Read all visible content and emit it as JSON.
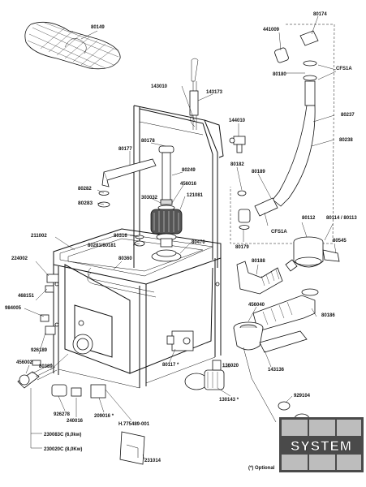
{
  "labels": {
    "p80149": "80149",
    "p80174": "80174",
    "p441009": "441009",
    "p80180": "80180",
    "cfs1a_top": "CFS1A",
    "p143010": "143010",
    "p143173": "143173",
    "p80237": "80237",
    "p80238": "80238",
    "p144010": "144010",
    "p80178": "80178",
    "p80177": "80177",
    "p80249": "80249",
    "p80182": "80182",
    "p80189": "80189",
    "p456016": "456016",
    "p80282": "80282",
    "p303032": "303032",
    "p121081": "121081",
    "p80283": "80283",
    "p211002": "211002",
    "p80316": "80316",
    "p80281": "80281/80181",
    "p80470": "80470",
    "cfs1a_mid": "CFS1A",
    "p80112": "80112",
    "p80114": "80114 / 80113",
    "p80545": "80545",
    "p80179": "80179",
    "p224002": "224002",
    "p80188": "80188",
    "p80360": "80360",
    "p468151": "468151",
    "p984005": "984005",
    "p456040": "456040",
    "p80186": "80186",
    "p926189": "926189",
    "p456002": "456002",
    "p80389": "80389",
    "p80117": "80117 *",
    "p136020": "136020",
    "p143136": "143136",
    "p926278": "926278",
    "p240016": "240016",
    "p209016": "209016 *",
    "p130143": "130143 *",
    "p929104": "929104",
    "p775489": "H.775489-001",
    "p230083": "230083C (6,0kw)",
    "p230020": "230020C (8,0Kw)",
    "p231014": "231014",
    "optional": "(*) Optional"
  },
  "logo": {
    "text": "SYSTEM"
  }
}
